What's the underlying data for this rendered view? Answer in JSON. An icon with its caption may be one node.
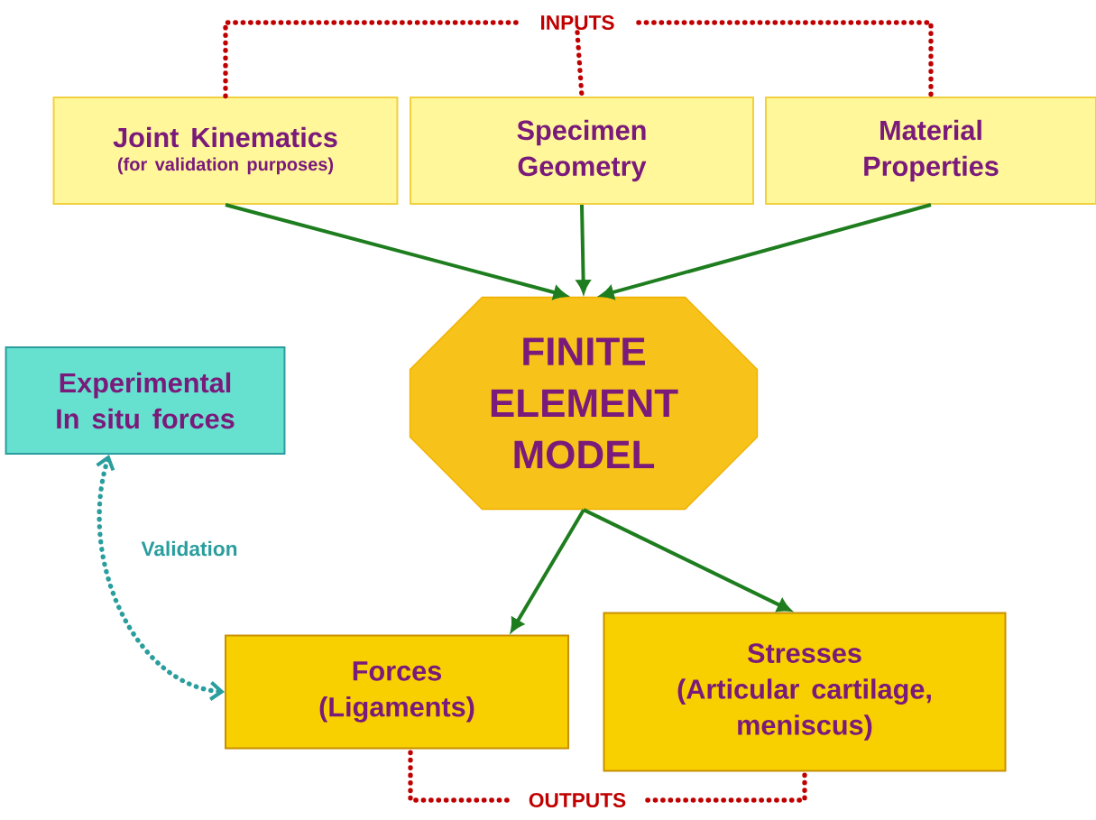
{
  "diagram": {
    "nodes": [
      {
        "text": [
          "Joint Kinematics",
          "(for validation purposes)"
        ]
      },
      {
        "text": [
          "Specimen Geometry"
        ]
      },
      {
        "text": [
          "Material Properties"
        ]
      },
      {
        "text": [
          "FINITE ELEMENT MODEL"
        ]
      },
      {
        "text": [
          "Experimental In situ forces"
        ]
      },
      {
        "text": [
          "Forces",
          "(Ligaments)"
        ]
      },
      {
        "text": [
          "Stresses",
          "(Articular cartilage, meniscus)"
        ]
      },
      {
        "text": [
          "INPUTS"
        ]
      },
      {
        "text": [
          "OUTPUTS"
        ]
      }
    ],
    "edges": [
      {
        "from": 0,
        "to": 3,
        "arrow": "to"
      },
      {
        "from": 1,
        "to": 3,
        "arrow": "to"
      },
      {
        "from": 2,
        "to": 3,
        "arrow": "to"
      },
      {
        "from": 3,
        "to": 5,
        "arrow": "to"
      },
      {
        "from": 3,
        "to": 6,
        "arrow": "to"
      },
      {
        "from": 4,
        "to": 5,
        "arrow": "both",
        "label": "Validation",
        "style": "dashed",
        "color": "#2a9d9d"
      },
      {
        "from": 7,
        "to": 0,
        "arrow": "none",
        "style": "dashed",
        "color": "#c00000"
      },
      {
        "from": 7,
        "to": 1,
        "arrow": "none",
        "style": "dashed",
        "color": "#c00000"
      },
      {
        "from": 7,
        "to": 2,
        "arrow": "none",
        "style": "dashed",
        "color": "#c00000"
      },
      {
        "from": 8,
        "to": 5,
        "arrow": "none",
        "style": "dashed",
        "color": "#c00000"
      },
      {
        "from": 8,
        "to": 6,
        "arrow": "none",
        "style": "dashed",
        "color": "#c00000"
      }
    ]
  }
}
